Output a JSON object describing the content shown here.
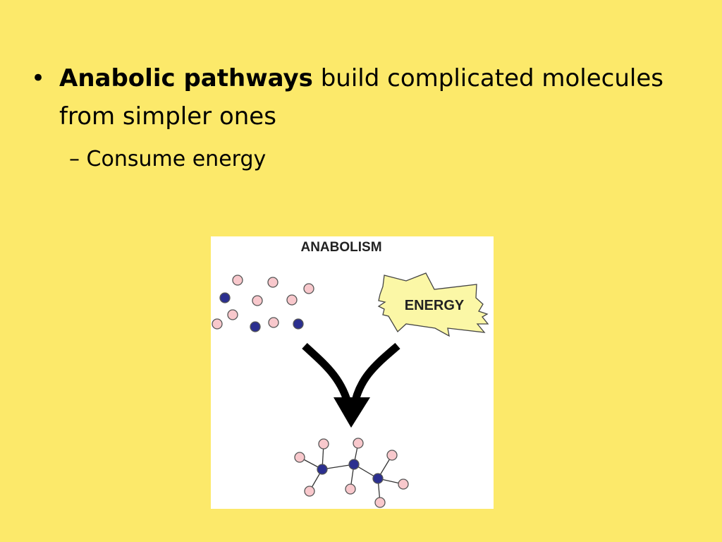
{
  "slide": {
    "bullet": {
      "bold_term": "Anabolic pathways",
      "rest_text": " build complicated molecules from simpler ones"
    },
    "sub_bullet": {
      "dash": "–",
      "text": "Consume energy"
    }
  },
  "diagram": {
    "title": "ANABOLISM",
    "energy_label": "ENERGY",
    "colors": {
      "small_atom": "#f8c8cc",
      "central_atom": "#2b2f8f",
      "burst_fill": "#fbf7a6",
      "arrow": "#000000"
    }
  }
}
